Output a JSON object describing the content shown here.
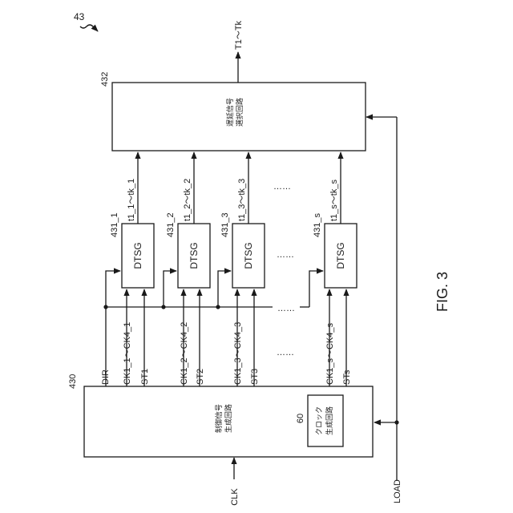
{
  "figure": {
    "number": "43",
    "caption": "FIG. 3"
  },
  "inputs": {
    "clk": "CLK",
    "load": "LOAD"
  },
  "output": {
    "label": "T1～Tk"
  },
  "control_block": {
    "ref": "430",
    "title_line1": "制御信号",
    "title_line2": "生成回路",
    "clock_ref": "60",
    "clock_line1": "クロック",
    "clock_line2": "生成回路",
    "dir": "DIR",
    "signals": [
      {
        "ck": "CK1_1～CK4_1",
        "st": "ST1"
      },
      {
        "ck": "CK1_2～CK4_2",
        "st": "ST2"
      },
      {
        "ck": "CK1_3～CK4_3",
        "st": "ST3"
      },
      {
        "ck": "CK1_s～CK4_s",
        "st": "STs"
      }
    ]
  },
  "dtsg_blocks": [
    {
      "ref": "431_1",
      "name": "DTSG",
      "out": "t1_1～tk_1"
    },
    {
      "ref": "431_2",
      "name": "DTSG",
      "out": "t1_2～tk_2"
    },
    {
      "ref": "431_3",
      "name": "DTSG",
      "out": "t1_3～tk_3"
    },
    {
      "ref": "431_s",
      "name": "DTSG",
      "out": "t1_s～tk_s"
    }
  ],
  "selector_block": {
    "ref": "432",
    "title_line1": "遅延信号",
    "title_line2": "選択回路"
  },
  "ellipsis": "……"
}
